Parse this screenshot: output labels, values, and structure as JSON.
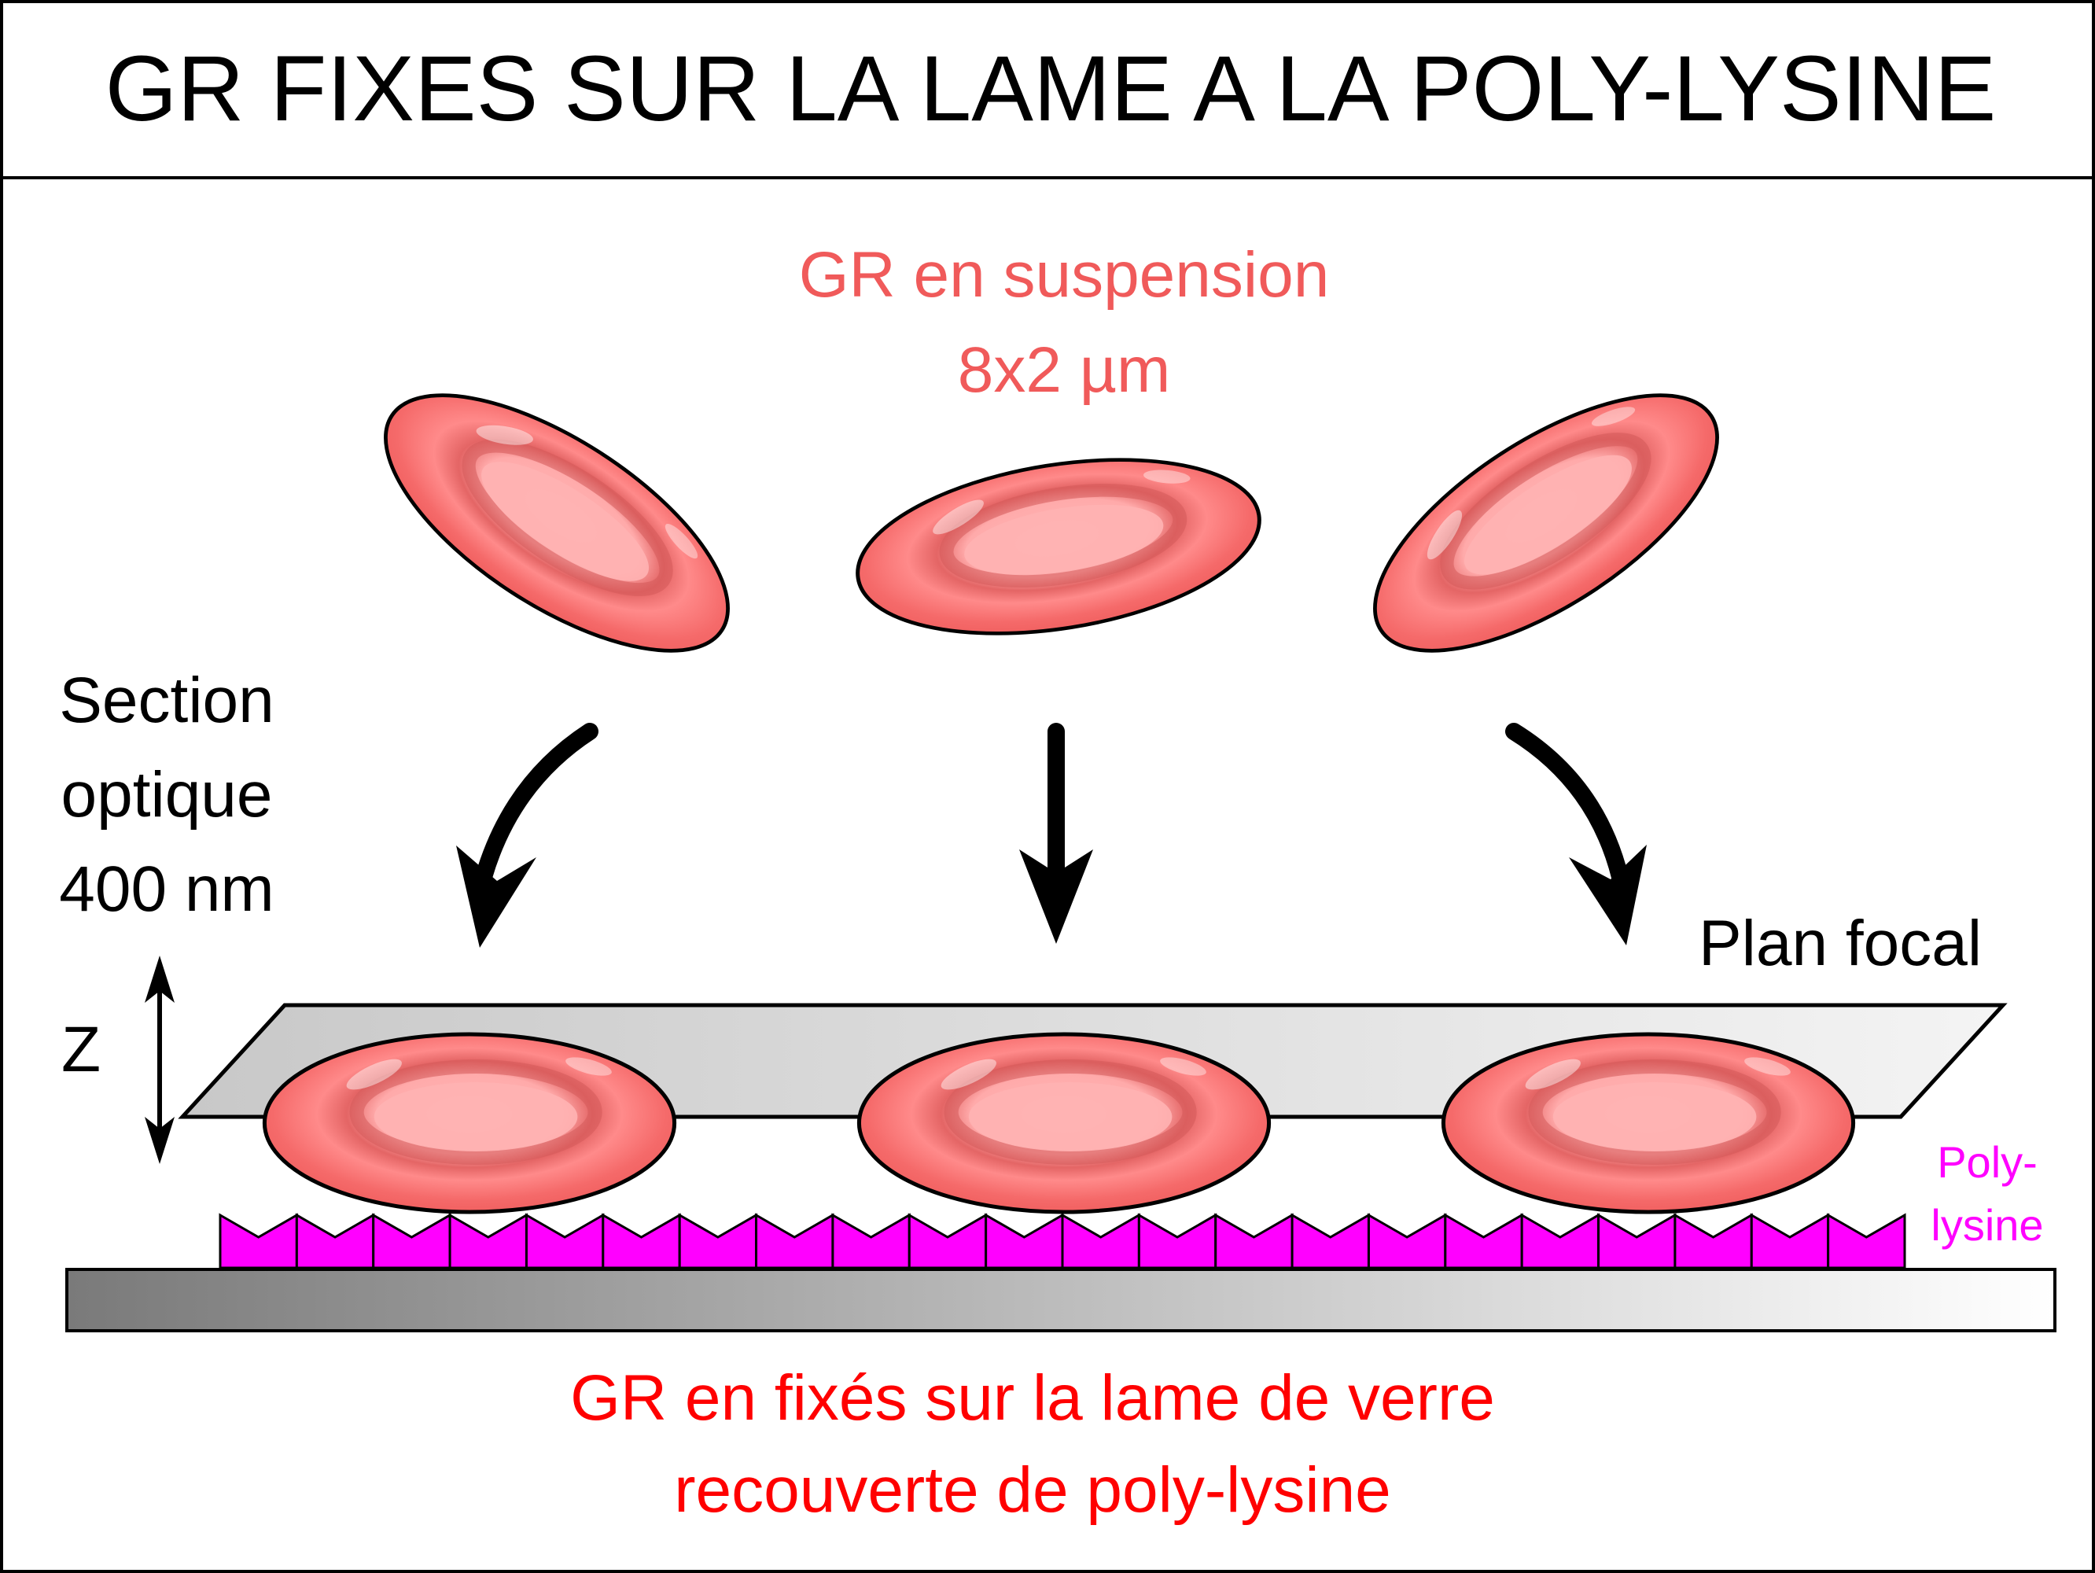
{
  "title": "GR FIXES SUR LA LAME A LA POLY-LYSINE",
  "labels": {
    "suspension_line1": "GR en suspension",
    "suspension_line2": "8x2 µm",
    "section_line1": "Section",
    "section_line2": "optique",
    "section_line3": "400 nm",
    "z_axis": "Z",
    "focal_plane": "Plan focal",
    "polylysine_line1": "Poly-",
    "polylysine_line2": "lysine",
    "bottom_line1": "GR en fixés sur la lame de verre",
    "bottom_line2": "recouverte de poly-lysine"
  },
  "colors": {
    "cell_fill": "#f26868",
    "cell_center": "#ffb2b2",
    "suspension_text": "#f05a5a",
    "bottom_text": "#ff0000",
    "polylysine": "#ff00ff",
    "focal_plane_light": "#f2f2f2",
    "focal_plane_dark": "#cccccc",
    "slide_dark": "#808080",
    "slide_light": "#ffffff",
    "outline": "#000000"
  }
}
